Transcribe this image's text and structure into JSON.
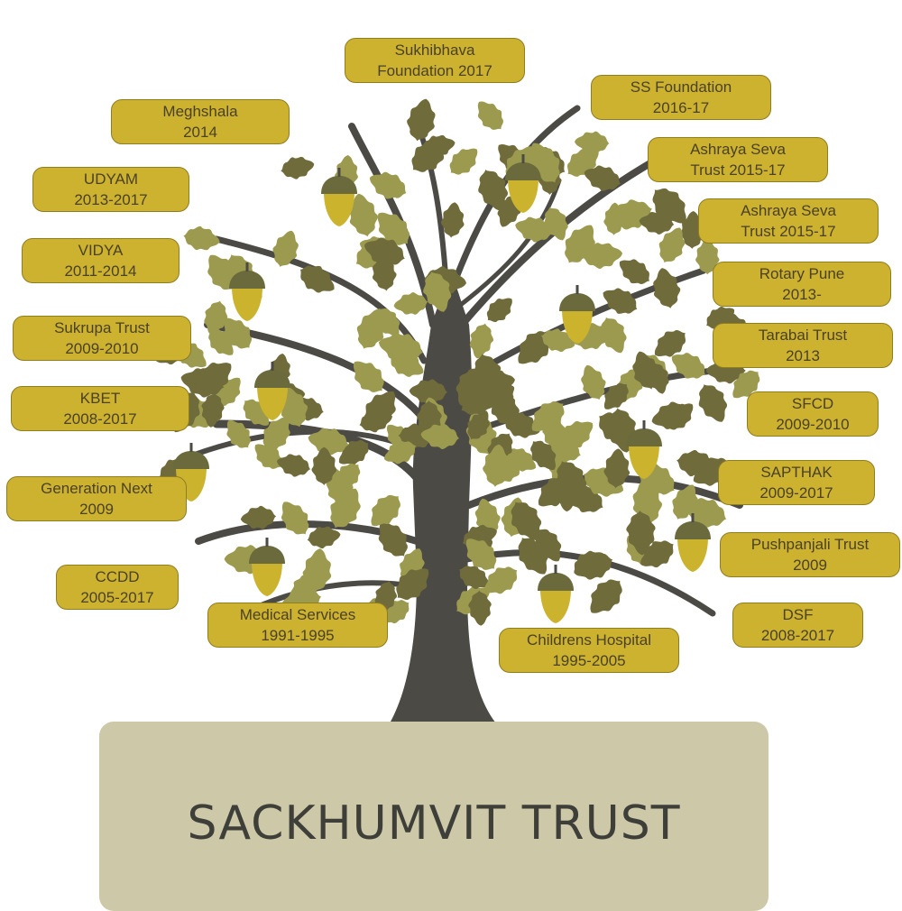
{
  "title": "SACKHUMVIT TRUST",
  "colors": {
    "label_fill": "#cdb22f",
    "label_border": "#8f7d22",
    "trunk": "#4c4a45",
    "leaf_dark": "#6f6b3b",
    "leaf_light": "#9c9a4f",
    "acorn_cap": "#6a6a3c",
    "acorn_body": "#cbb32e",
    "base": "#ccc8a8"
  },
  "labels": {
    "sukhibhava": [
      "Sukhibhava",
      "Foundation 2017"
    ],
    "meghshala": [
      "Meghshala",
      "2014"
    ],
    "ss_foundation": [
      "SS Foundation",
      "2016-17"
    ],
    "ashraya_1": [
      "Ashraya Seva",
      "Trust 2015-17"
    ],
    "udyam": [
      "UDYAM",
      "2013-2017"
    ],
    "ashraya_2": [
      "Ashraya Seva",
      "Trust 2015-17"
    ],
    "vidya": [
      "VIDYA",
      "2011-2014"
    ],
    "rotary": [
      "Rotary Pune",
      "2013-"
    ],
    "sukrupa": [
      "Sukrupa Trust",
      "2009-2010"
    ],
    "tarabai": [
      "Tarabai Trust",
      "2013"
    ],
    "kbet": [
      "KBET",
      "2008-2017"
    ],
    "sfcd": [
      "SFCD",
      "2009-2010"
    ],
    "generation_next": [
      "Generation Next",
      "2009"
    ],
    "sapthak": [
      "SAPTHAK",
      "2009-2017"
    ],
    "pushpanjali": [
      "Pushpanjali Trust",
      "2009"
    ],
    "ccdd": [
      "CCDD",
      "2005-2017"
    ],
    "medical": [
      "Medical Services",
      "1991-1995"
    ],
    "childrens": [
      "Childrens Hospital",
      "1995-2005"
    ],
    "dsf": [
      "DSF",
      "2008-2017"
    ]
  }
}
